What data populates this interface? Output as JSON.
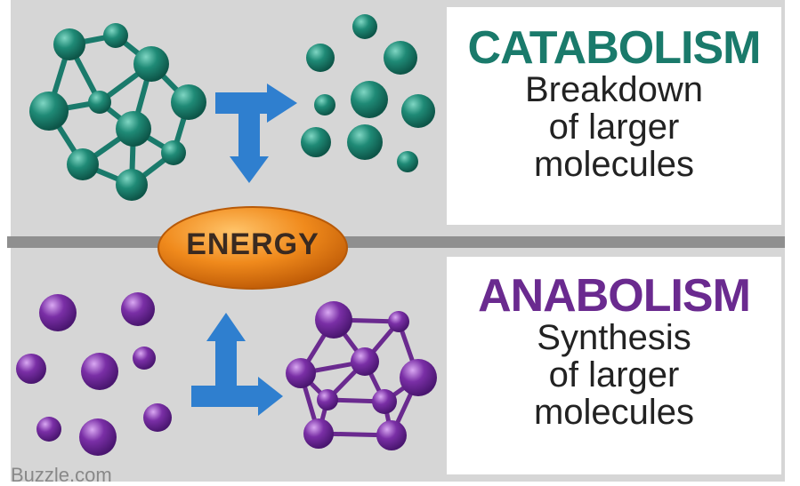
{
  "catabolism": {
    "title": "CATABOLISM",
    "description_lines": [
      "Breakdown",
      "of larger",
      "molecules"
    ],
    "color": "#1a7a6b"
  },
  "anabolism": {
    "title": "ANABOLISM",
    "description_lines": [
      "Synthesis",
      "of larger",
      "molecules"
    ],
    "color": "#6a2a8f"
  },
  "energy": {
    "label": "ENERGY",
    "color": "#f08a1c"
  },
  "credit": "Buzzle.com",
  "colors": {
    "panel_bg": "#d6d6d6",
    "divider": "#8f8f8f",
    "arrow": "#2f7fcf",
    "teal_atom": "#1f8a76",
    "purple_atom": "#7a2fa6"
  }
}
